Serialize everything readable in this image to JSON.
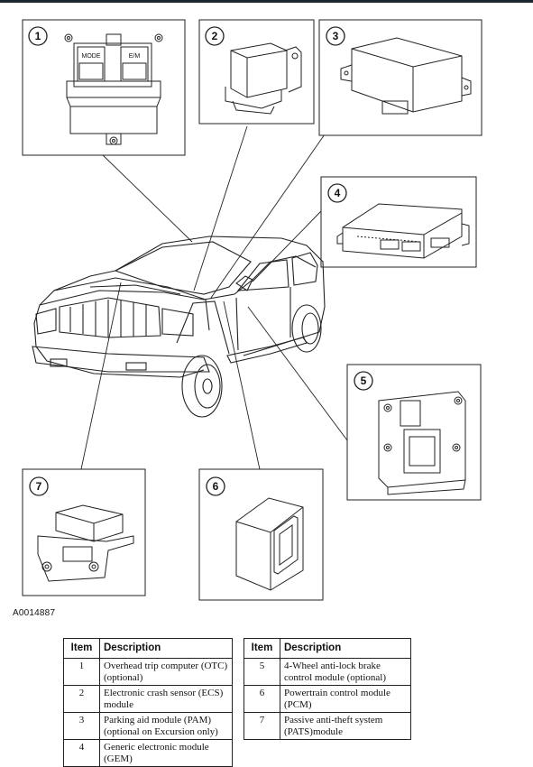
{
  "figure": {
    "id": "A0014887",
    "callouts": [
      "1",
      "2",
      "3",
      "4",
      "5",
      "6",
      "7"
    ],
    "panel_labels": {
      "mode_button": "MODE",
      "em_button": "E/M"
    }
  },
  "table_left": {
    "headers": {
      "item": "Item",
      "description": "Description"
    },
    "rows": [
      {
        "item": "1",
        "description": "Overhead trip computer (OTC) (optional)"
      },
      {
        "item": "2",
        "description": "Electronic crash sensor (ECS) module"
      },
      {
        "item": "3",
        "description": "Parking aid module (PAM) (optional on Excursion only)"
      },
      {
        "item": "4",
        "description": "Generic electronic module (GEM)"
      }
    ]
  },
  "table_right": {
    "headers": {
      "item": "Item",
      "description": "Description"
    },
    "rows": [
      {
        "item": "5",
        "description": "4-Wheel anti-lock brake control module (optional)"
      },
      {
        "item": "6",
        "description": "Powertrain control module (PCM)"
      },
      {
        "item": "7",
        "description": "Passive anti-theft system (PATS)module"
      }
    ]
  }
}
